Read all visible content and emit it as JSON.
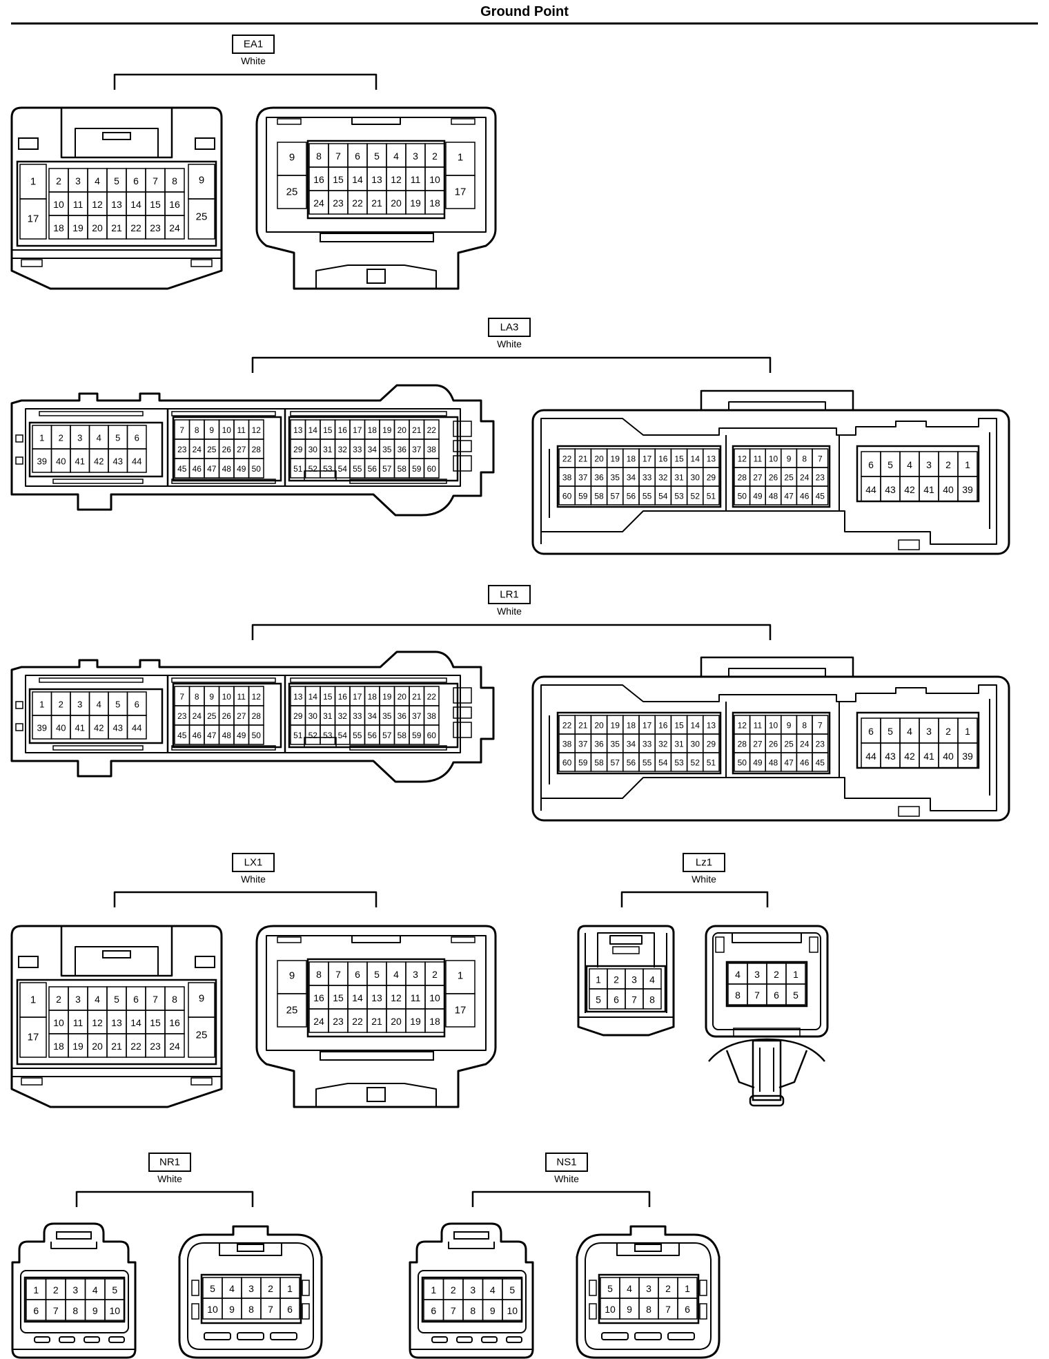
{
  "page_title": "Ground Point",
  "groups": [
    {
      "id": "EA1",
      "label": "EA1",
      "color": "White",
      "left": {
        "kind": "tab24",
        "grid": [
          [
            "1",
            "2",
            "3",
            "4",
            "5",
            "6",
            "7",
            "8",
            "9"
          ],
          [
            "17",
            "10",
            "11",
            "12",
            "13",
            "14",
            "15",
            "16",
            "25"
          ],
          [
            "",
            "18",
            "19",
            "20",
            "21",
            "22",
            "23",
            "24",
            ""
          ]
        ]
      },
      "right": {
        "kind": "tab24",
        "grid": [
          [
            "9",
            "8",
            "7",
            "6",
            "5",
            "4",
            "3",
            "2",
            "1"
          ],
          [
            "25",
            "16",
            "15",
            "14",
            "13",
            "12",
            "11",
            "10",
            "17"
          ],
          [
            "",
            "24",
            "23",
            "22",
            "21",
            "20",
            "19",
            "18",
            ""
          ]
        ]
      }
    },
    {
      "id": "LA3",
      "label": "LA3",
      "color": "White",
      "left": {
        "kind": "ecu60m",
        "blocks": [
          [
            [
              "1",
              "2",
              "3",
              "4",
              "5",
              "6"
            ],
            [
              "39",
              "40",
              "41",
              "42",
              "43",
              "44"
            ]
          ],
          [
            [
              "7",
              "8",
              "9",
              "10",
              "11",
              "12"
            ],
            [
              "23",
              "24",
              "25",
              "26",
              "27",
              "28"
            ],
            [
              "45",
              "46",
              "47",
              "48",
              "49",
              "50"
            ]
          ],
          [
            [
              "13",
              "14",
              "15",
              "16",
              "17",
              "18",
              "19",
              "20",
              "21",
              "22"
            ],
            [
              "29",
              "30",
              "31",
              "32",
              "33",
              "34",
              "35",
              "36",
              "37",
              "38"
            ],
            [
              "51",
              "52",
              "53",
              "54",
              "55",
              "56",
              "57",
              "58",
              "59",
              "60"
            ]
          ]
        ]
      },
      "right": {
        "kind": "ecu60f",
        "blocks": [
          [
            [
              "22",
              "21",
              "20",
              "19",
              "18",
              "17",
              "16",
              "15",
              "14",
              "13"
            ],
            [
              "38",
              "37",
              "36",
              "35",
              "34",
              "33",
              "32",
              "31",
              "30",
              "29"
            ],
            [
              "60",
              "59",
              "58",
              "57",
              "56",
              "55",
              "54",
              "53",
              "52",
              "51"
            ]
          ],
          [
            [
              "12",
              "11",
              "10",
              "9",
              "8",
              "7"
            ],
            [
              "28",
              "27",
              "26",
              "25",
              "24",
              "23"
            ],
            [
              "50",
              "49",
              "48",
              "47",
              "46",
              "45"
            ]
          ],
          [
            [
              "6",
              "5",
              "4",
              "3",
              "2",
              "1"
            ],
            [
              "44",
              "43",
              "42",
              "41",
              "40",
              "39"
            ]
          ]
        ]
      }
    },
    {
      "id": "LR1",
      "label": "LR1",
      "color": "White",
      "left": {
        "kind": "ecu60m",
        "blocks": [
          [
            [
              "1",
              "2",
              "3",
              "4",
              "5",
              "6"
            ],
            [
              "39",
              "40",
              "41",
              "42",
              "43",
              "44"
            ]
          ],
          [
            [
              "7",
              "8",
              "9",
              "10",
              "11",
              "12"
            ],
            [
              "23",
              "24",
              "25",
              "26",
              "27",
              "28"
            ],
            [
              "45",
              "46",
              "47",
              "48",
              "49",
              "50"
            ]
          ],
          [
            [
              "13",
              "14",
              "15",
              "16",
              "17",
              "18",
              "19",
              "20",
              "21",
              "22"
            ],
            [
              "29",
              "30",
              "31",
              "32",
              "33",
              "34",
              "35",
              "36",
              "37",
              "38"
            ],
            [
              "51",
              "52",
              "53",
              "54",
              "55",
              "56",
              "57",
              "58",
              "59",
              "60"
            ]
          ]
        ]
      },
      "right": {
        "kind": "ecu60f",
        "blocks": [
          [
            [
              "22",
              "21",
              "20",
              "19",
              "18",
              "17",
              "16",
              "15",
              "14",
              "13"
            ],
            [
              "38",
              "37",
              "36",
              "35",
              "34",
              "33",
              "32",
              "31",
              "30",
              "29"
            ],
            [
              "60",
              "59",
              "58",
              "57",
              "56",
              "55",
              "54",
              "53",
              "52",
              "51"
            ]
          ],
          [
            [
              "12",
              "11",
              "10",
              "9",
              "8",
              "7"
            ],
            [
              "28",
              "27",
              "26",
              "25",
              "24",
              "23"
            ],
            [
              "50",
              "49",
              "48",
              "47",
              "46",
              "45"
            ]
          ],
          [
            [
              "6",
              "5",
              "4",
              "3",
              "2",
              "1"
            ],
            [
              "44",
              "43",
              "42",
              "41",
              "40",
              "39"
            ]
          ]
        ]
      }
    },
    {
      "id": "LX1",
      "label": "LX1",
      "color": "White",
      "left": {
        "kind": "tab24",
        "grid": [
          [
            "1",
            "2",
            "3",
            "4",
            "5",
            "6",
            "7",
            "8",
            "9"
          ],
          [
            "17",
            "10",
            "11",
            "12",
            "13",
            "14",
            "15",
            "16",
            "25"
          ],
          [
            "",
            "18",
            "19",
            "20",
            "21",
            "22",
            "23",
            "24",
            ""
          ]
        ]
      },
      "right": {
        "kind": "tab24",
        "grid": [
          [
            "9",
            "8",
            "7",
            "6",
            "5",
            "4",
            "3",
            "2",
            "1"
          ],
          [
            "25",
            "16",
            "15",
            "14",
            "13",
            "12",
            "11",
            "10",
            "17"
          ],
          [
            "",
            "24",
            "23",
            "22",
            "21",
            "20",
            "19",
            "18",
            ""
          ]
        ]
      }
    },
    {
      "id": "Lz1",
      "label": "Lz1",
      "color": "White",
      "left": {
        "kind": "small8m",
        "grid": [
          [
            "1",
            "2",
            "3",
            "4"
          ],
          [
            "5",
            "6",
            "7",
            "8"
          ]
        ]
      },
      "right": {
        "kind": "small8f",
        "grid": [
          [
            "4",
            "3",
            "2",
            "1"
          ],
          [
            "8",
            "7",
            "6",
            "5"
          ]
        ]
      }
    },
    {
      "id": "NR1",
      "label": "NR1",
      "color": "White",
      "left": {
        "kind": "c10m",
        "grid": [
          [
            "1",
            "2",
            "3",
            "4",
            "5"
          ],
          [
            "6",
            "7",
            "8",
            "9",
            "10"
          ]
        ]
      },
      "right": {
        "kind": "c10f",
        "grid": [
          [
            "5",
            "4",
            "3",
            "2",
            "1"
          ],
          [
            "10",
            "9",
            "8",
            "7",
            "6"
          ]
        ]
      }
    },
    {
      "id": "NS1",
      "label": "NS1",
      "color": "White",
      "left": {
        "kind": "c10m",
        "grid": [
          [
            "1",
            "2",
            "3",
            "4",
            "5"
          ],
          [
            "6",
            "7",
            "8",
            "9",
            "10"
          ]
        ]
      },
      "right": {
        "kind": "c10f",
        "grid": [
          [
            "5",
            "4",
            "3",
            "2",
            "1"
          ],
          [
            "10",
            "9",
            "8",
            "7",
            "6"
          ]
        ]
      }
    }
  ]
}
